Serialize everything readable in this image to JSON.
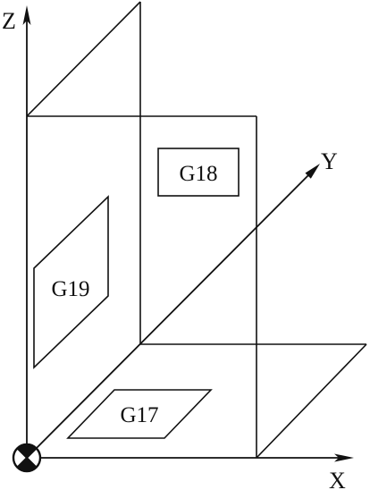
{
  "axes": {
    "x_label": "X",
    "y_label": "Y",
    "z_label": "Z"
  },
  "planes": {
    "g17": "G17",
    "g18": "G18",
    "g19": "G19"
  },
  "colors": {
    "line": "#111111",
    "background": "#ffffff"
  },
  "icons": {
    "origin": "origin-icon"
  }
}
